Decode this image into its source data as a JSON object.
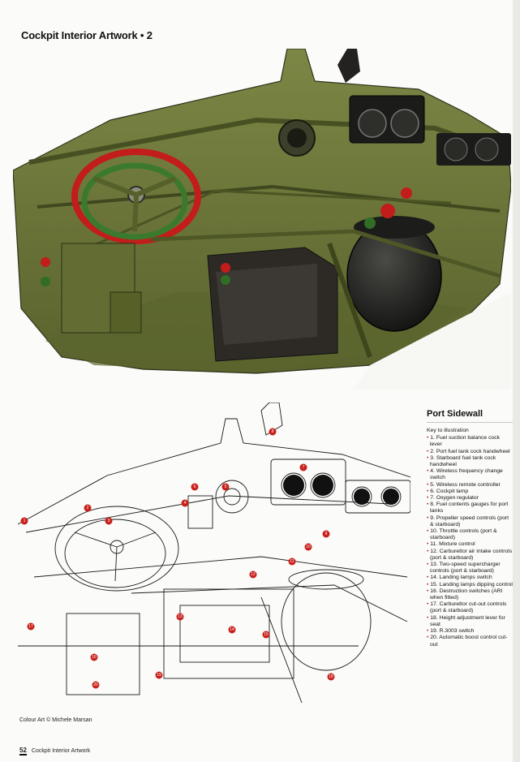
{
  "header": {
    "title": "Cockpit Interior Artwork • 2"
  },
  "sidebar": {
    "title": "Port Sidewall",
    "key_intro": "Key to illustration",
    "items": [
      "1. Fuel suction balance cock lever",
      "2. Port fuel tank cock handwheel",
      "3. Starboard fuel tank cock handwheel",
      "4. Wireless frequency change switch",
      "5. Wireless remote controller",
      "6. Cockpit lamp",
      "7. Oxygen regulator",
      "8. Fuel contents gauges for port tanks",
      "9. Propeller speed controls (port & starboard)",
      "10. Throttle controls (port & starboard)",
      "11. Mixture control",
      "12. Carburettor air intake controls (port & starboard)",
      "13. Two-speed supercharger controls (port & starboard)",
      "14. Landing lamps switch",
      "15. Landing lamps dipping control",
      "16. Destruction switches (ARI when fitted)",
      "17. Carburettor cut-out controls (port & starboard)",
      "18. Height adjustment lever for seat",
      "19. R.3003 switch",
      "20. Automatic boost control cut-out"
    ]
  },
  "credit": "Colour Art © Michele Marsan",
  "footer": {
    "page_number": "52",
    "section": "Cockpit Interior Artwork"
  },
  "colors": {
    "cockpit_green": "#6f7a3c",
    "cockpit_green_dark": "#4c5526",
    "callout_red": "#c8201b",
    "wheel_red": "#c21d1a",
    "wheel_green": "#3b7a2e"
  },
  "callouts": [
    "1",
    "2",
    "3",
    "4",
    "5",
    "6",
    "7",
    "8",
    "9",
    "10",
    "11",
    "12",
    "13",
    "14",
    "15",
    "16",
    "17",
    "18",
    "19",
    "20"
  ]
}
